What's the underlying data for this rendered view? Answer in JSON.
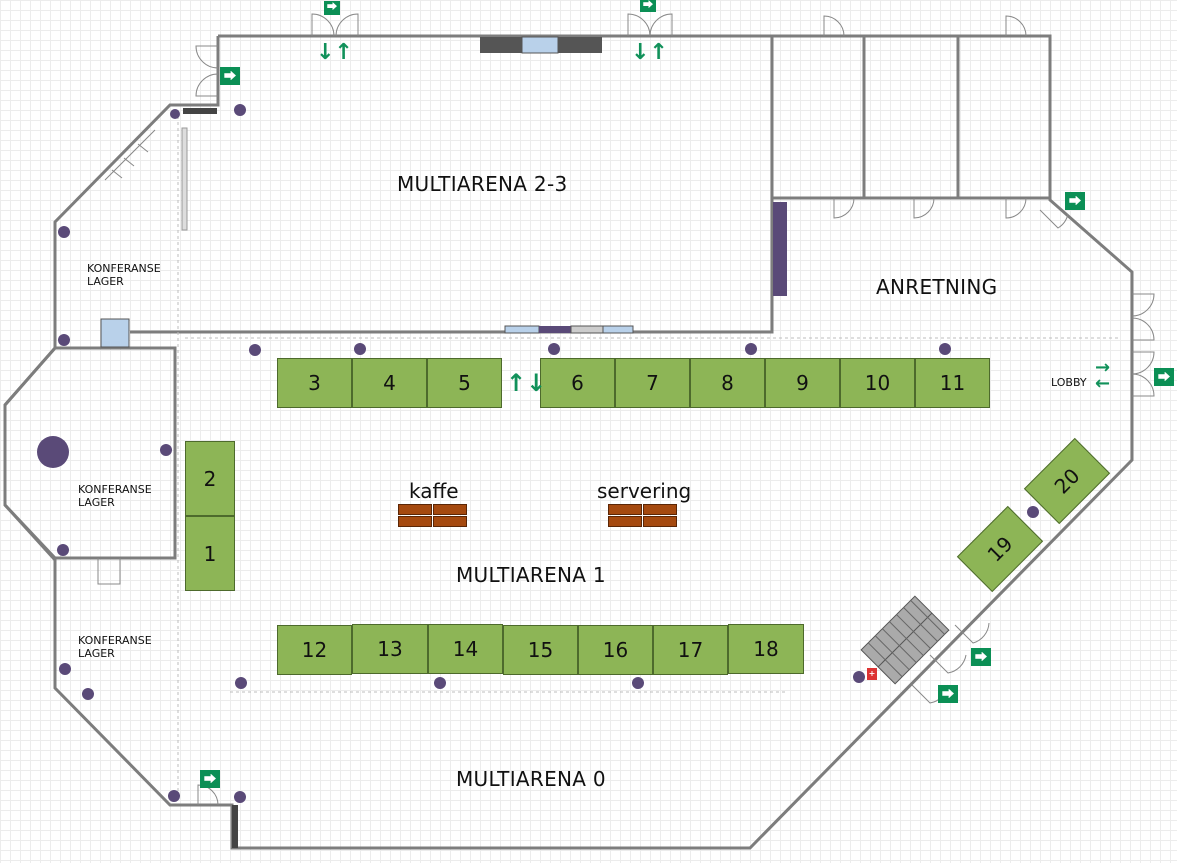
{
  "rooms": {
    "multiarena_2_3": "MULTIARENA 2-3",
    "anretning": "ANRETNING",
    "multiarena_1": "MULTIARENA 1",
    "multiarena_0": "MULTIARENA 0",
    "lobby": "LOBBY",
    "konferanse_lager_top": "KONFERANSE\nLAGER",
    "konferanse_lager_mid": "KONFERANSE\nLAGER",
    "konferanse_lager_bottom": "KONFERANSE\nLAGER"
  },
  "stations": {
    "kaffe": "kaffe",
    "servering": "servering"
  },
  "booths": [
    "1",
    "2",
    "3",
    "4",
    "5",
    "6",
    "7",
    "8",
    "9",
    "10",
    "11",
    "12",
    "13",
    "14",
    "15",
    "16",
    "17",
    "18",
    "19",
    "20"
  ],
  "icons": {
    "exit": "emergency-exit-icon",
    "arrows": "traffic-direction-arrows",
    "pillar": "pillar-marker"
  },
  "colors": {
    "booth_fill": "#8db556",
    "table_fill": "#a5490f",
    "pillar": "#5a4a78",
    "exit_sign": "#0b8f55",
    "wall": "#7d7d7d"
  }
}
